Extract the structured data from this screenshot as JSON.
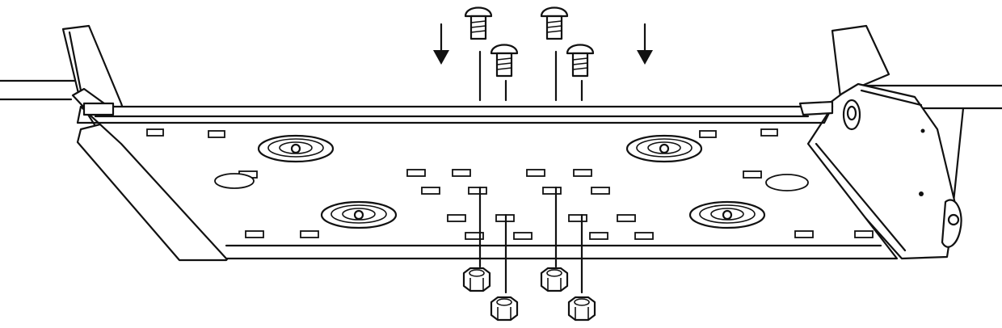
{
  "colors": {
    "ink": "#111111",
    "background": "#ffffff"
  },
  "diagram": {
    "subject": "mounting-bracket-assembly",
    "bolt_count": 4,
    "nut_count": 4,
    "arrow_count": 2,
    "knob_icon": "mounting-knob-icon"
  }
}
